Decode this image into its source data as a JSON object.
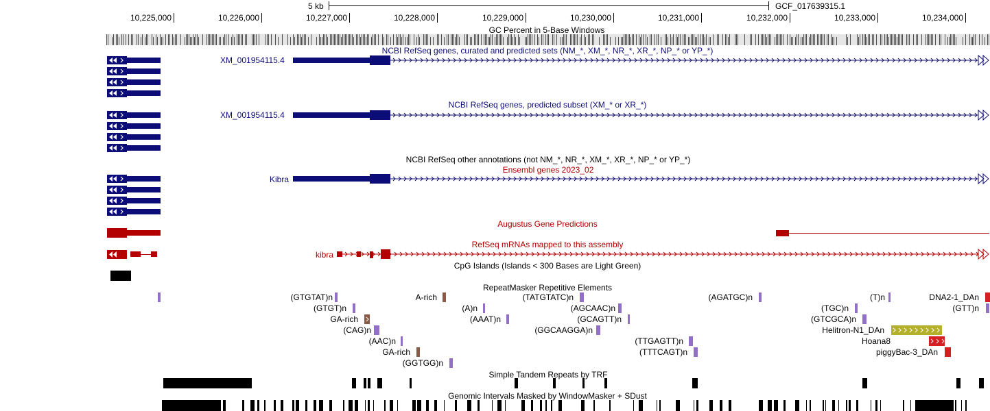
{
  "colors": {
    "navy": "#0c0c78",
    "red": "#b30000",
    "rm_purple": "#9370c8",
    "rm_brown": "#8a5a48",
    "rm_olive": "#b5b02a",
    "rm_red": "#d42020",
    "black": "#000000"
  },
  "ruler": {
    "scale_label": "5 kb",
    "assembly": "GCF_017639315.1",
    "ticks": [
      "10,225,000",
      "10,226,000",
      "10,227,000",
      "10,228,000",
      "10,229,000",
      "10,230,000",
      "10,231,000",
      "10,232,000",
      "10,233,000",
      "10,234,000"
    ]
  },
  "tracks": {
    "gc_percent": "GC Percent in 5-Base Windows",
    "refseq_curated": "NCBI RefSeq genes, curated and predicted sets (NM_*, XM_*, NR_*, XR_*, NP_* or YP_*)",
    "refseq_predicted": "NCBI RefSeq genes, predicted subset (XM_* or XR_*)",
    "refseq_other": "NCBI RefSeq other annotations (not NM_*, NR_*, XM_*, XR_*, NP_* or YP_*)",
    "ensembl": "Ensembl genes 2023_02",
    "augustus": "Augustus Gene Predictions",
    "refseq_mrna": "RefSeq mRNAs mapped to this assembly",
    "cpg": "CpG Islands (Islands < 300 Bases are Light Green)",
    "repeatmasker": "RepeatMasker Repetitive Elements",
    "trf": "Simple Tandem Repeats by TRF",
    "windowmasker": "Genomic Intervals Masked by WindowMasker + SDust"
  },
  "genes": {
    "xm1": "XM_001954115.4",
    "xm2": "XM_001954115.4",
    "kibra_upper": "Kibra",
    "kibra_lower": "kibra"
  },
  "repeats": [
    {
      "label": "(GTGTAT)n",
      "color": "rm_purple"
    },
    {
      "label": "A-rich",
      "color": "rm_brown"
    },
    {
      "label": "(TATGTATC)n",
      "color": "rm_purple"
    },
    {
      "label": "(AGATGC)n",
      "color": "rm_purple"
    },
    {
      "label": "(T)n",
      "color": "rm_purple"
    },
    {
      "label": "DNA2-1_DAn",
      "color": "rm_red"
    },
    {
      "label": "(GTGT)n",
      "color": "rm_purple"
    },
    {
      "label": "(A)n",
      "color": "rm_purple"
    },
    {
      "label": "(AGCAAC)n",
      "color": "rm_purple"
    },
    {
      "label": "(TGC)n",
      "color": "rm_purple"
    },
    {
      "label": "(GTT)n",
      "color": "rm_purple"
    },
    {
      "label": "GA-rich",
      "color": "rm_brown"
    },
    {
      "label": "(AAAT)n",
      "color": "rm_purple"
    },
    {
      "label": "(GCAGTT)n",
      "color": "rm_purple"
    },
    {
      "label": "(GTCGCA)n",
      "color": "rm_purple"
    },
    {
      "label": "(CAG)n",
      "color": "rm_purple"
    },
    {
      "label": "(GGCAAGGA)n",
      "color": "rm_purple"
    },
    {
      "label": "Helitron-N1_DAn",
      "color": "rm_olive"
    },
    {
      "label": "(AAC)n",
      "color": "rm_purple"
    },
    {
      "label": "(TTGAGTT)n",
      "color": "rm_purple"
    },
    {
      "label": "Hoana8",
      "color": "rm_red"
    },
    {
      "label": "GA-rich",
      "color": "rm_brown"
    },
    {
      "label": "(TTTCAGT)n",
      "color": "rm_purple"
    },
    {
      "label": "piggyBac-3_DAn",
      "color": "rm_red"
    },
    {
      "label": "(GGTGG)n",
      "color": "rm_purple"
    }
  ]
}
